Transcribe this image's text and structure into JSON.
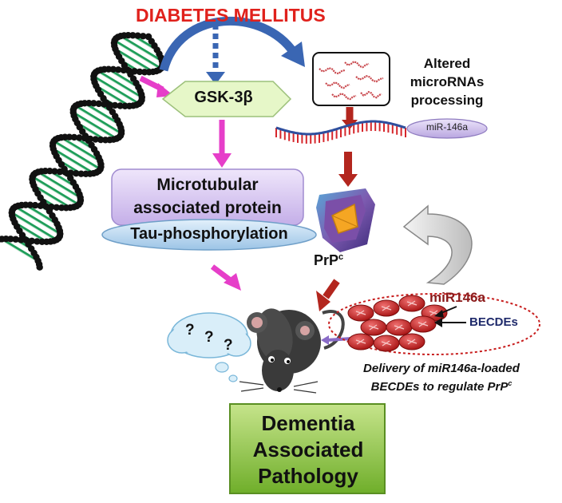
{
  "diagram": {
    "title": "DIABETES MELLITUS",
    "gsk": "GSK-3β",
    "microtubular_line1": "Microtubular",
    "microtubular_line2": "associated protein",
    "tau": "Tau-phosphorylation",
    "altered_line1": "Altered",
    "altered_line2": "microRNAs",
    "altered_line3": "processing",
    "mirna_label": "miR-146a",
    "prp_main": "PrP",
    "prp_sup": "c",
    "mir146a_label": "miR146a",
    "becdes_label": "BECDEs",
    "delivery_line1": "Delivery of miR146a-loaded",
    "delivery_line2_main": "BECDEs to regulate PrP",
    "delivery_line2_sup": "c",
    "question_mark": "?",
    "dementia_line1": "Dementia",
    "dementia_line2": "Associated",
    "dementia_line3": "Pathology"
  },
  "colors": {
    "title": "#e0211c",
    "pink_arrow": "#e63ec9",
    "dark_red_arrow": "#b3261e",
    "blue_arrow": "#3a66b3",
    "gsk_fill": "#e6f7c8",
    "mtp_fill": "#d9c8f0",
    "tau_fill": "#bcd8f0",
    "dementia_fill": "#8dc63f",
    "dna_bead": "#111111",
    "dna_rung": "#1f9e5a",
    "vesicle": "#c81e1e"
  }
}
